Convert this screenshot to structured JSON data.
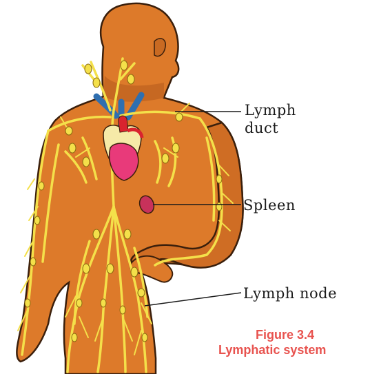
{
  "labels": {
    "lymph_duct_line1": "Lymph",
    "lymph_duct_line2": "duct",
    "spleen": "Spleen",
    "lymph_node": "Lymph node"
  },
  "caption": {
    "number": "Figure 3.4",
    "title": "Lymphatic system"
  },
  "colors": {
    "skin": "#dd7a2a",
    "skin_shadow": "#b35a1c",
    "outline": "#3a1f0c",
    "lymph_vessel": "#f4e04a",
    "vein": "#2f6fb0",
    "heart": "#e83a7a",
    "heart_red": "#d9232e",
    "spleen": "#c8325b",
    "caption": "#e8534f"
  }
}
